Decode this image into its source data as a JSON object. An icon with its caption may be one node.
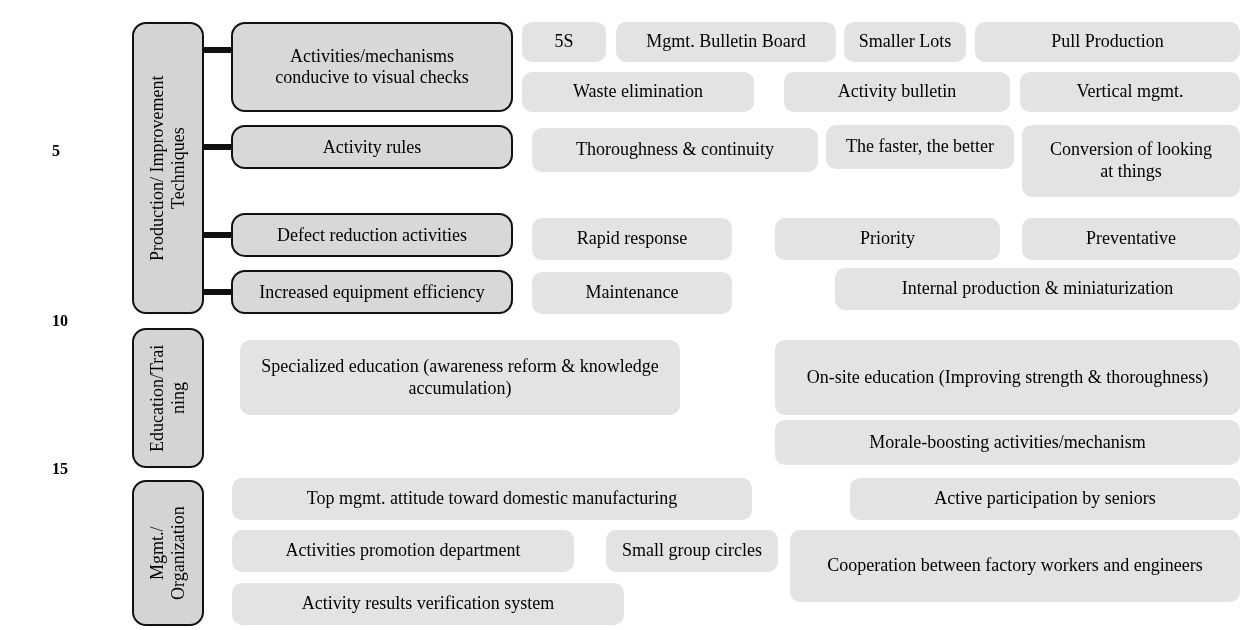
{
  "diagram": {
    "nodes": [
      {
        "text": [
          "Production/ Improvement Techniques"
        ]
      },
      {
        "text": [
          "Activities/mechanisms conducive to visual checks"
        ]
      },
      {
        "text": [
          "Activity rules"
        ]
      },
      {
        "text": [
          "Defect reduction activities"
        ]
      },
      {
        "text": [
          "Increased equipment efficiency"
        ]
      },
      {
        "text": [
          "5S"
        ]
      },
      {
        "text": [
          "Mgmt. Bulletin Board"
        ]
      },
      {
        "text": [
          "Smaller Lots"
        ]
      },
      {
        "text": [
          "Pull Production"
        ]
      },
      {
        "text": [
          "Waste elimination"
        ]
      },
      {
        "text": [
          "Activity bulletin"
        ]
      },
      {
        "text": [
          "Vertical mgmt."
        ]
      },
      {
        "text": [
          "Thoroughness & continuity"
        ]
      },
      {
        "text": [
          "The faster, the better"
        ]
      },
      {
        "text": [
          "Conversion of looking at things"
        ]
      },
      {
        "text": [
          "Rapid response"
        ]
      },
      {
        "text": [
          "Priority"
        ]
      },
      {
        "text": [
          "Preventative"
        ]
      },
      {
        "text": [
          "Maintenance"
        ]
      },
      {
        "text": [
          "Internal production & miniaturization"
        ]
      },
      {
        "text": [
          "Education/Trai ning"
        ]
      },
      {
        "text": [
          "Specialized education (awareness reform & knowledge accumulation)"
        ]
      },
      {
        "text": [
          "On-site education (Improving strength & thoroughness)"
        ]
      },
      {
        "text": [
          "Morale-boosting activities/mechanism"
        ]
      },
      {
        "text": [
          "Mgmt./ Organization"
        ]
      },
      {
        "text": [
          "Top mgmt. attitude toward domestic manufacturing"
        ]
      },
      {
        "text": [
          "Active participation by seniors"
        ]
      },
      {
        "text": [
          "Activities promotion department"
        ]
      },
      {
        "text": [
          "Small group circles"
        ]
      },
      {
        "text": [
          "Cooperation between factory workers and engineers"
        ]
      },
      {
        "text": [
          "Activity results verification system"
        ]
      }
    ],
    "edges": [
      {
        "from": 0,
        "to": 1,
        "arrow": "none"
      },
      {
        "from": 0,
        "to": 2,
        "arrow": "none"
      },
      {
        "from": 0,
        "to": 3,
        "arrow": "none"
      },
      {
        "from": 0,
        "to": 4,
        "arrow": "none"
      }
    ],
    "labels": [
      "5",
      "10",
      "15"
    ]
  }
}
